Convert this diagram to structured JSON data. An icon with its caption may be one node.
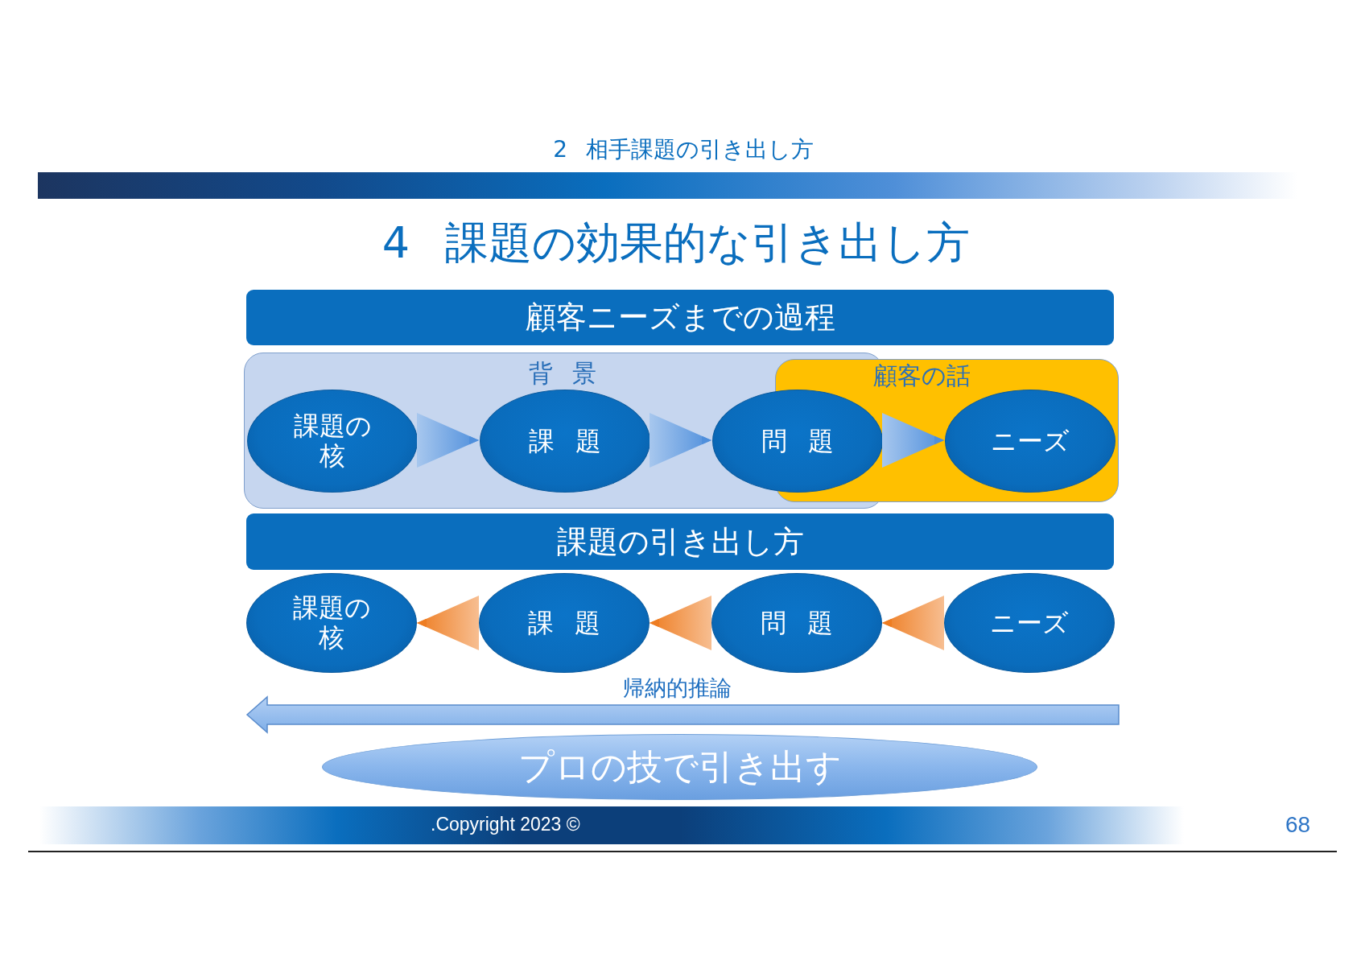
{
  "diagram": {
    "title": "4 課題の効果的な引き出し方",
    "nodes": [
      {
        "text": [
          "顧客ニーズまでの過程"
        ]
      },
      {
        "text": [
          "背 景"
        ]
      },
      {
        "text": [
          "顧客の話"
        ]
      },
      {
        "text": [
          "課題の核"
        ],
        "in": 1
      },
      {
        "text": [
          "課 題"
        ],
        "in": 1
      },
      {
        "text": [
          "問 題"
        ],
        "in": 1
      },
      {
        "text": [
          "ニーズ"
        ],
        "in": 2
      },
      {
        "text": [
          "課題の引き出し方"
        ]
      },
      {
        "text": [
          "課題の核"
        ]
      },
      {
        "text": [
          "課 題"
        ]
      },
      {
        "text": [
          "問 題"
        ]
      },
      {
        "text": [
          "ニーズ"
        ]
      },
      {
        "text": [
          "プロの技で引き出す"
        ]
      }
    ],
    "edges": [
      {
        "from": 3,
        "to": 4,
        "arrow": "to",
        "color": "#4f8fdc"
      },
      {
        "from": 4,
        "to": 5,
        "arrow": "to",
        "color": "#4f8fdc"
      },
      {
        "from": 5,
        "to": 6,
        "arrow": "to",
        "color": "#4f8fdc"
      },
      {
        "from": 9,
        "to": 8,
        "arrow": "to",
        "color": "#ee7d22"
      },
      {
        "from": 10,
        "to": 9,
        "arrow": "to",
        "color": "#ee7d22"
      },
      {
        "from": 11,
        "to": 10,
        "arrow": "to",
        "color": "#ee7d22"
      }
    ],
    "labels": [
      "2 相手課題の引き出し方",
      "帰納的推論",
      ".Copyright 2023 ©",
      "68"
    ]
  }
}
